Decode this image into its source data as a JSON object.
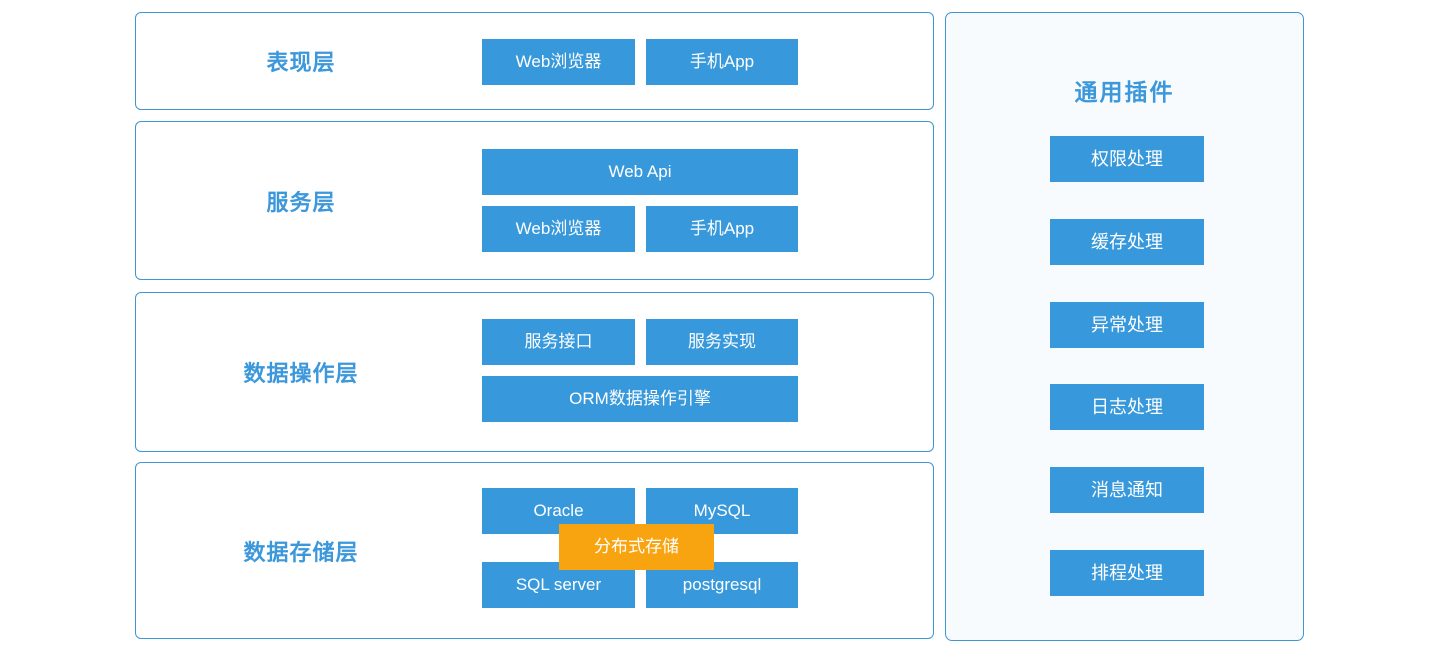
{
  "colors": {
    "box_blue": "#3799db",
    "accent_orange": "#f8a410",
    "border_blue": "#3e96d2",
    "label_blue": "#3c98db",
    "panel_bg": "#f8fbfe"
  },
  "layers": [
    {
      "label": "表现层",
      "row1": [
        "Web浏览器",
        "手机App"
      ]
    },
    {
      "label": "服务层",
      "wide": "Web Api",
      "row2": [
        "Web浏览器",
        "手机App"
      ]
    },
    {
      "label": "数据操作层",
      "row1": [
        "服务接口",
        "服务实现"
      ],
      "wide": "ORM数据操作引擎"
    },
    {
      "label": "数据存储层",
      "row1": [
        "Oracle",
        "MySQL"
      ],
      "row2": [
        "SQL server",
        "postgresql"
      ],
      "overlay": "分布式存储"
    }
  ],
  "plugins_panel": {
    "title": "通用插件",
    "items": [
      "权限处理",
      "缓存处理",
      "异常处理",
      "日志处理",
      "消息通知",
      "排程处理"
    ]
  }
}
